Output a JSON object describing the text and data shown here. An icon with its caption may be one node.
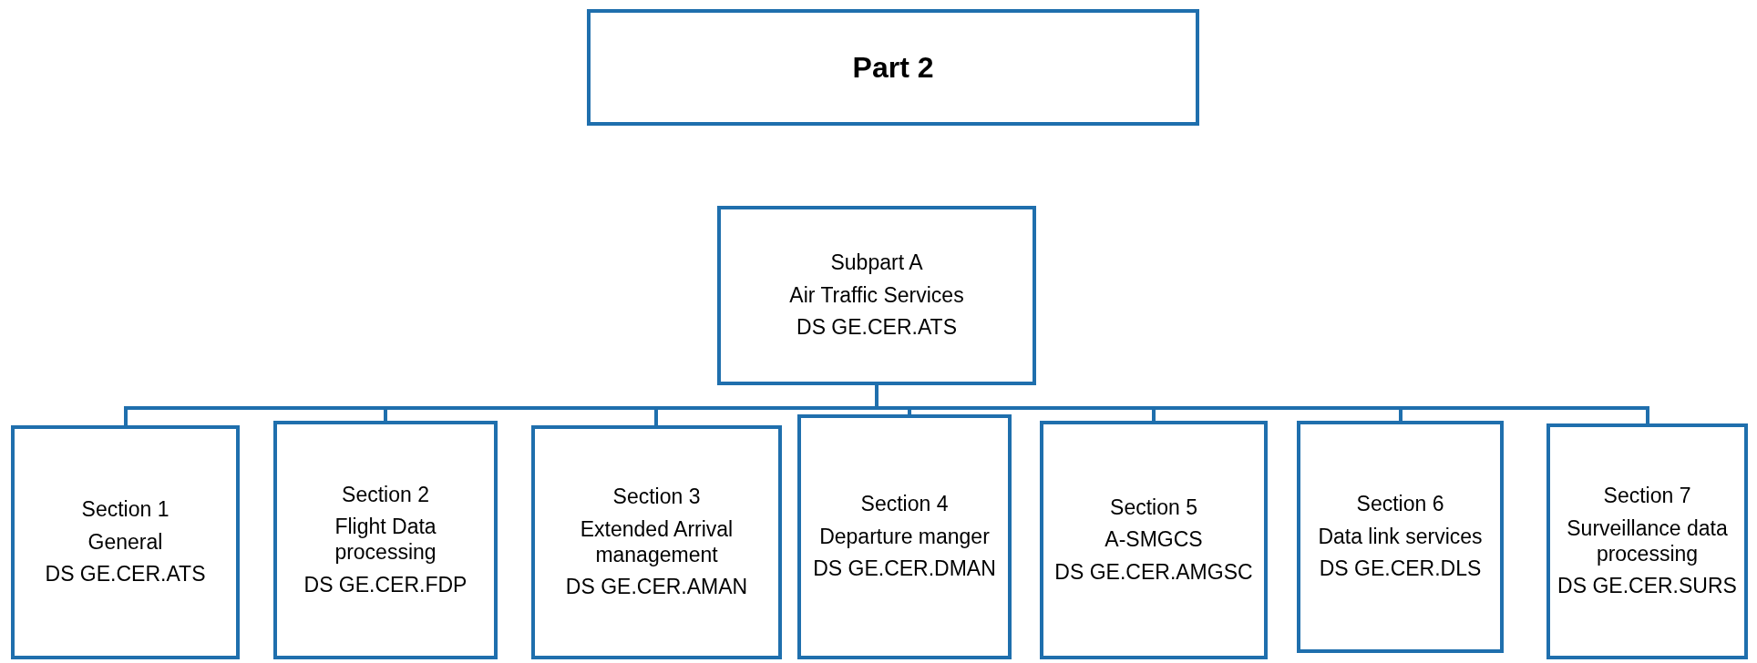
{
  "diagram": {
    "nodes": [
      {
        "text": [
          "Part 2"
        ]
      },
      {
        "text": [
          "Subpart A",
          "Air Traffic Services",
          "DS GE.CER.ATS"
        ]
      },
      {
        "text": [
          "Section 1",
          "General",
          "DS GE.CER.ATS"
        ]
      },
      {
        "text": [
          "Section 2",
          "Flight Data processing",
          "DS GE.CER.FDP"
        ]
      },
      {
        "text": [
          "Section 3",
          "Extended Arrival management",
          "DS GE.CER.AMAN"
        ]
      },
      {
        "text": [
          "Section 4",
          "Departure manger",
          "DS GE.CER.DMAN"
        ]
      },
      {
        "text": [
          "Section 5",
          "A-SMGCS",
          "DS GE.CER.AMGSC"
        ]
      },
      {
        "text": [
          "Section 6",
          "Data link services",
          "DS GE.CER.DLS"
        ]
      },
      {
        "text": [
          "Section 7",
          "Surveillance data processing",
          "DS GE.CER.SURS"
        ]
      }
    ],
    "edges": [
      {
        "from": 1,
        "to": 2,
        "arrow": "none"
      },
      {
        "from": 1,
        "to": 3,
        "arrow": "none"
      },
      {
        "from": 1,
        "to": 4,
        "arrow": "none"
      },
      {
        "from": 1,
        "to": 5,
        "arrow": "none"
      },
      {
        "from": 1,
        "to": 6,
        "arrow": "none"
      },
      {
        "from": 1,
        "to": 7,
        "arrow": "none"
      },
      {
        "from": 1,
        "to": 8,
        "arrow": "none"
      }
    ]
  }
}
